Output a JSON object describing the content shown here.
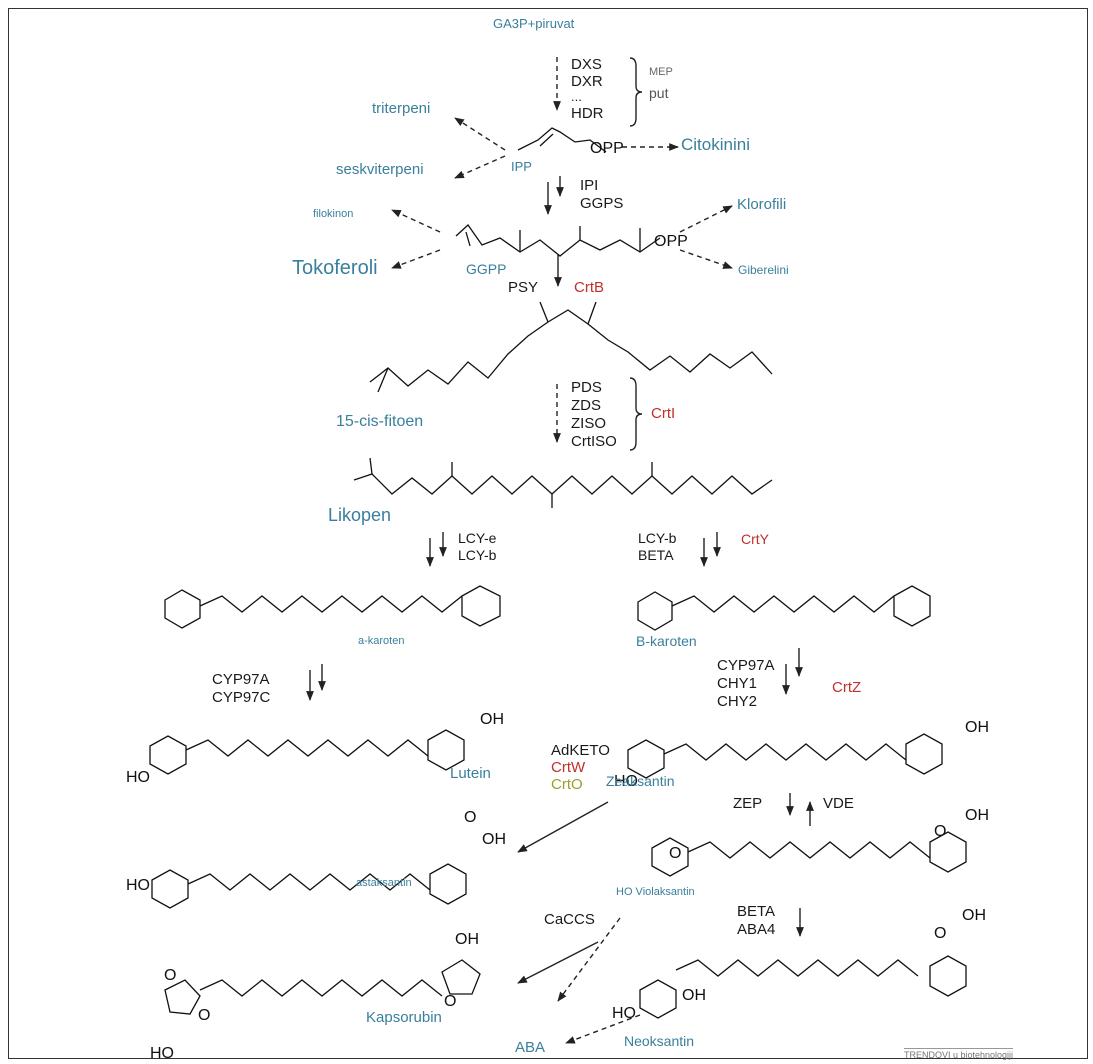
{
  "labels": {
    "ga3p": "GA3P+piruvat",
    "dxs": "DXS",
    "dxr": "DXR",
    "ellipsis": "...",
    "hdr": "HDR",
    "mep": "MEP",
    "put": "put",
    "triterpeni": "triterpeni",
    "seskviterpeni": "seskviterpeni",
    "ipp": "IPP",
    "opp1": "OPP",
    "citokinini": "Citokinini",
    "ipi": "IPI",
    "ggps": "GGPS",
    "filokinon": "filokinon",
    "klorofili": "Klorofili",
    "opp2": "OPP",
    "tokoferoli": "Tokoferoli",
    "ggpp": "GGPP",
    "giberelini": "Giberelini",
    "psy": "PSY",
    "crtb": "CrtB",
    "pds": "PDS",
    "zds": "ZDS",
    "ziso": "ZISO",
    "crtiso": "CrtISO",
    "crti": "CrtI",
    "fitoen": "15-cis-fitoen",
    "likopen": "Likopen",
    "lcye": "LCY-e",
    "lcyb1": "LCY-b",
    "lcyb2": "LCY-b",
    "beta1": "BETA",
    "crty": "CrtY",
    "akaroten": "a-karoten",
    "bkaroten": "B-karoten",
    "cyp97a_left": "CYP97A",
    "cyp97c": "CYP97C",
    "cyp97a_right": "CYP97A",
    "chy1": "CHY1",
    "chy2": "CHY2",
    "crtz": "CrtZ",
    "oh1": "OH",
    "oh2": "OH",
    "ho1": "HO",
    "ho2": "HO",
    "lutein": "Lutein",
    "adketo": "AdKETO",
    "crtw": "CrtW",
    "crto": "CrtO",
    "zeaksantin": "Zeaksantin",
    "zep": "ZEP",
    "vde": "VDE",
    "oh3": "OH",
    "o1": "O",
    "o2": "O",
    "o3": "O",
    "oh_asta": "OH",
    "o_asta": "O",
    "ho_asta": "HO",
    "astaksantin": "astaksantin",
    "ho_viola": "HO Violaksantin",
    "beta2": "BETA",
    "aba4": "ABA4",
    "oh4": "OH",
    "caccs": "CaCCS",
    "oh_kaps": "OH",
    "o_kaps1": "O",
    "o_kaps2": "O",
    "o_kaps3": "O",
    "ho_kaps": "HO",
    "kapsorubin": "Kapsorubin",
    "oh_neo": "OH",
    "ho_neo": "HO",
    "neoksantin": "Neoksantin",
    "aba": "ABA",
    "credit": "TRENDOVI u biotehnologiji"
  }
}
